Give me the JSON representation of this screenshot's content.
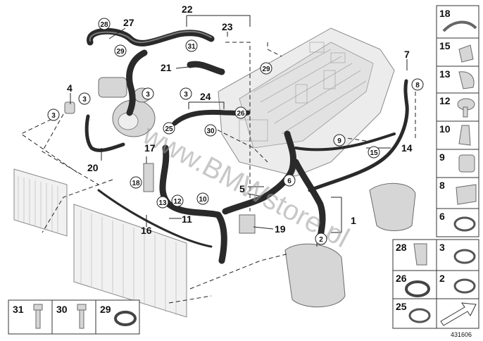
{
  "diagram": {
    "callouts": [
      "1",
      "2",
      "3",
      "4",
      "5",
      "6",
      "7",
      "8",
      "9",
      "10",
      "11",
      "12",
      "13",
      "14",
      "15",
      "16",
      "17",
      "18",
      "19",
      "20",
      "21",
      "22",
      "23",
      "24",
      "25",
      "26",
      "27",
      "28",
      "29",
      "30",
      "31"
    ],
    "circled": {
      "c28": "28",
      "c29a": "29",
      "c29b": "29",
      "c31": "31",
      "c3a": "3",
      "c3b": "3",
      "c3c": "3",
      "c3d": "3",
      "c8": "8",
      "c9": "9",
      "c15": "15",
      "c6": "6",
      "c2": "2",
      "c10": "10",
      "c12": "12",
      "c13": "13",
      "c18": "18",
      "c25": "25",
      "c26": "26",
      "c30": "30"
    },
    "plain": {
      "l1": "1",
      "l4": "4",
      "l5": "5",
      "l7": "7",
      "l11": "11",
      "l14": "14",
      "l16": "16",
      "l17": "17",
      "l19": "19",
      "l20": "20",
      "l21": "21",
      "l22": "22",
      "l23": "23",
      "l24": "24",
      "l27": "27"
    },
    "watermark": "www.BMWstore.pl",
    "diagram_number": "431606"
  },
  "parts_panel": {
    "right": [
      "18",
      "15",
      "13",
      "12",
      "10",
      "9",
      "8",
      "6"
    ],
    "right_pairs": [
      [
        "28",
        "3"
      ],
      [
        "26",
        "2"
      ],
      [
        "25",
        ""
      ]
    ],
    "bottom": [
      "31",
      "30",
      "29"
    ]
  },
  "colors": {
    "line": "#222222",
    "hose": "#2a2a2a",
    "part": "#d6d6d6",
    "watermark": "#9a9a9a"
  }
}
